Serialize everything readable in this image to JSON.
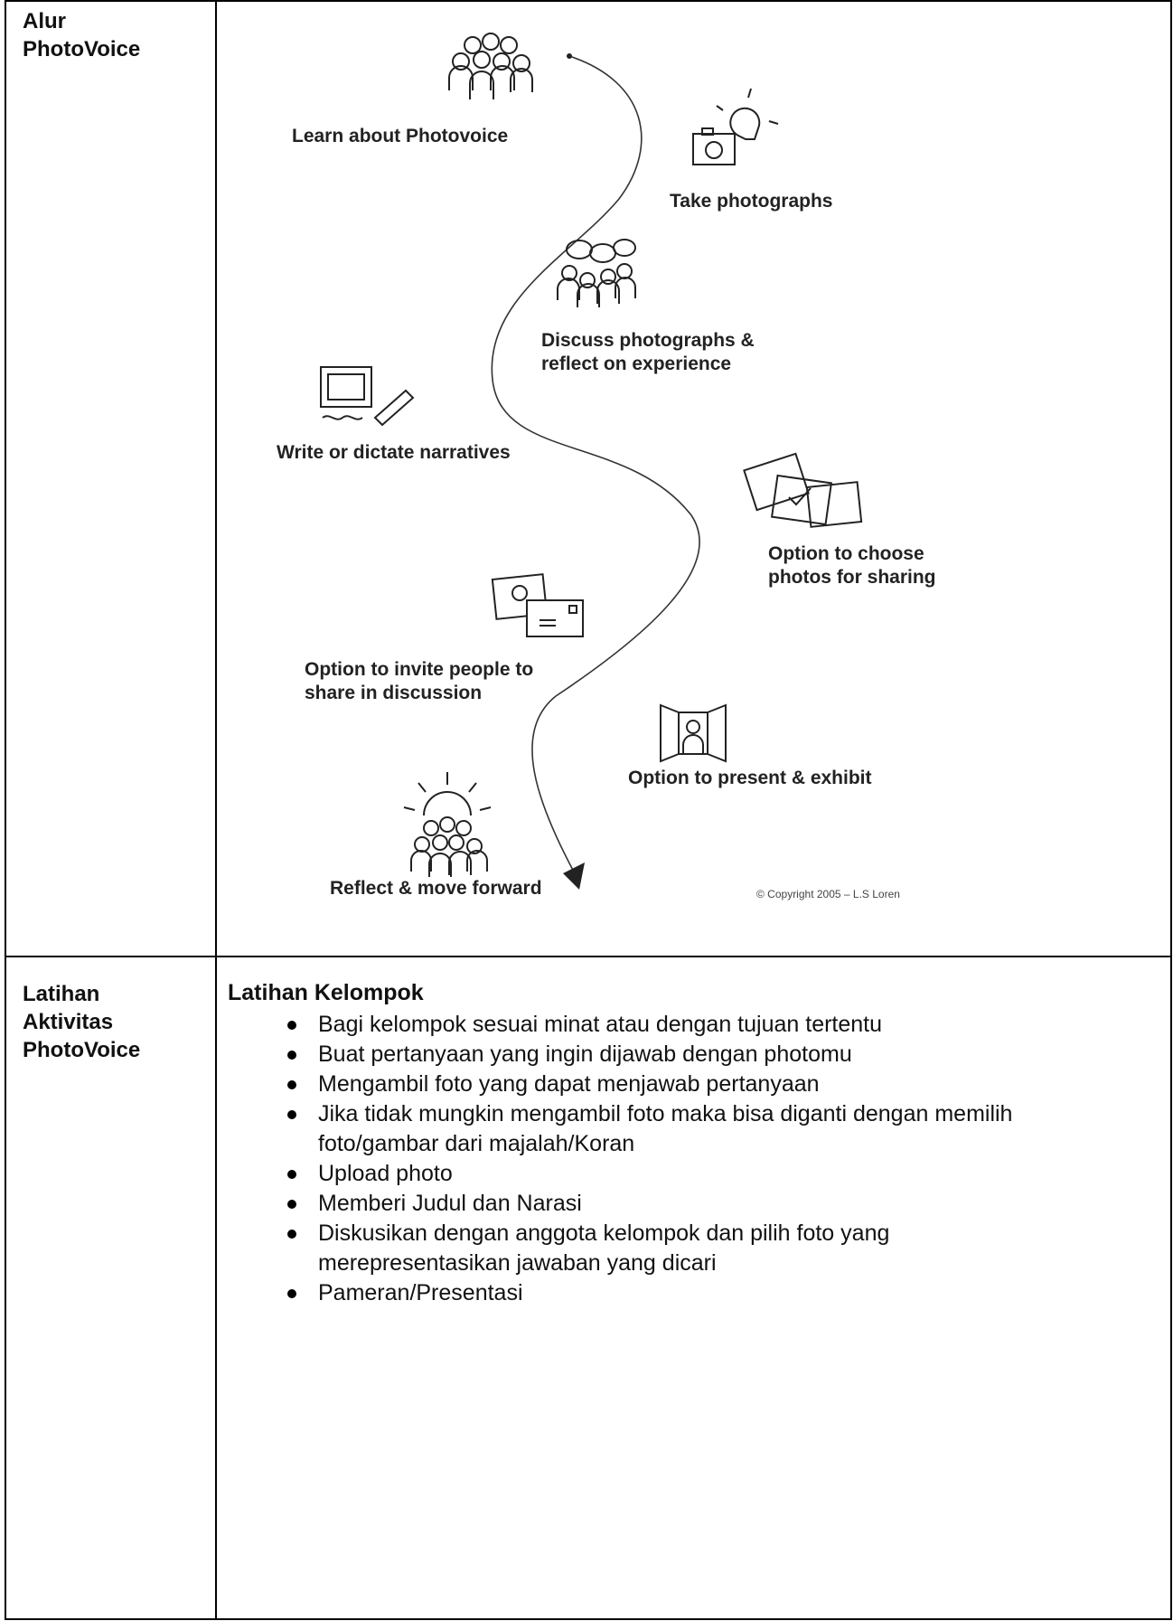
{
  "row1": {
    "label_lines": [
      "Alur",
      "PhotoVoice"
    ],
    "diagram": {
      "steps": [
        {
          "id": "learn",
          "icon": "group-people-icon",
          "lines": [
            "Learn about Photovoice"
          ]
        },
        {
          "id": "take",
          "icon": "camera-lightbulb-icon",
          "lines": [
            "Take photographs"
          ]
        },
        {
          "id": "discuss",
          "icon": "group-speech-bubbles-icon",
          "lines": [
            "Discuss photographs &",
            "reflect on experience"
          ]
        },
        {
          "id": "write",
          "icon": "computer-pen-icon",
          "lines": [
            "Write or dictate narratives"
          ]
        },
        {
          "id": "choose",
          "icon": "photos-checkmark-icon",
          "lines": [
            "Option to choose",
            "photos for sharing"
          ]
        },
        {
          "id": "invite",
          "icon": "photo-envelope-icon",
          "lines": [
            "Option to invite people to",
            "share in discussion"
          ]
        },
        {
          "id": "present",
          "icon": "exhibit-panels-icon",
          "lines": [
            "Option to present & exhibit"
          ]
        },
        {
          "id": "reflect",
          "icon": "group-sunburst-icon",
          "lines": [
            "Reflect & move forward"
          ]
        }
      ],
      "copyright": "© Copyright 2005 – L.S Loren"
    }
  },
  "row2": {
    "label_lines": [
      "Latihan",
      "Aktivitas",
      "PhotoVoice"
    ],
    "title": "Latihan  Kelompok",
    "items": [
      [
        "Bagi kelompok sesuai minat atau dengan tujuan tertentu"
      ],
      [
        "Buat pertanyaan yang ingin dijawab dengan photomu"
      ],
      [
        "Mengambil foto yang dapat menjawab pertanyaan"
      ],
      [
        "Jika tidak mungkin mengambil foto maka bisa diganti dengan memilih",
        "foto/gambar dari majalah/Koran"
      ],
      [
        "Upload photo"
      ],
      [
        "Memberi Judul dan Narasi"
      ],
      [
        "Diskusikan dengan anggota kelompok dan pilih foto yang",
        "merepresentasikan jawaban yang dicari"
      ],
      [
        "Pameran/Presentasi"
      ]
    ]
  }
}
